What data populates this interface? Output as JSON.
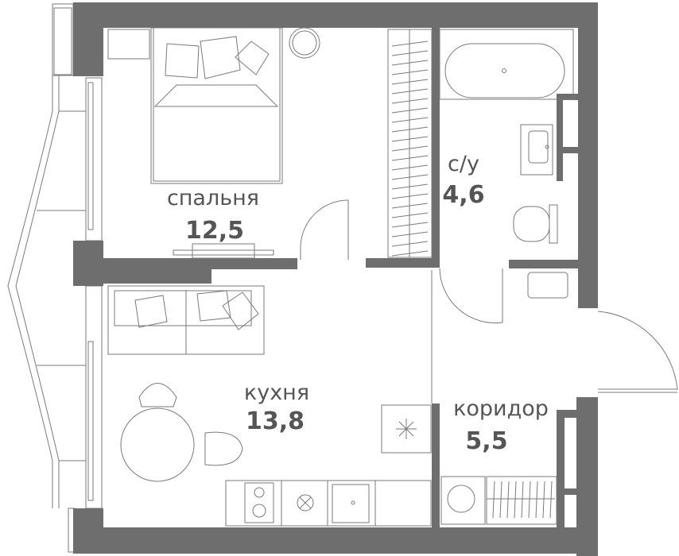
{
  "floorplan": {
    "wall_color": "#6e6e6e",
    "rooms": [
      {
        "name": "спальня",
        "area": "12,5"
      },
      {
        "name": "с/у",
        "area": "4,6"
      },
      {
        "name": "кухня",
        "area": "13,8"
      },
      {
        "name": "коридор",
        "area": "5,5"
      }
    ]
  }
}
